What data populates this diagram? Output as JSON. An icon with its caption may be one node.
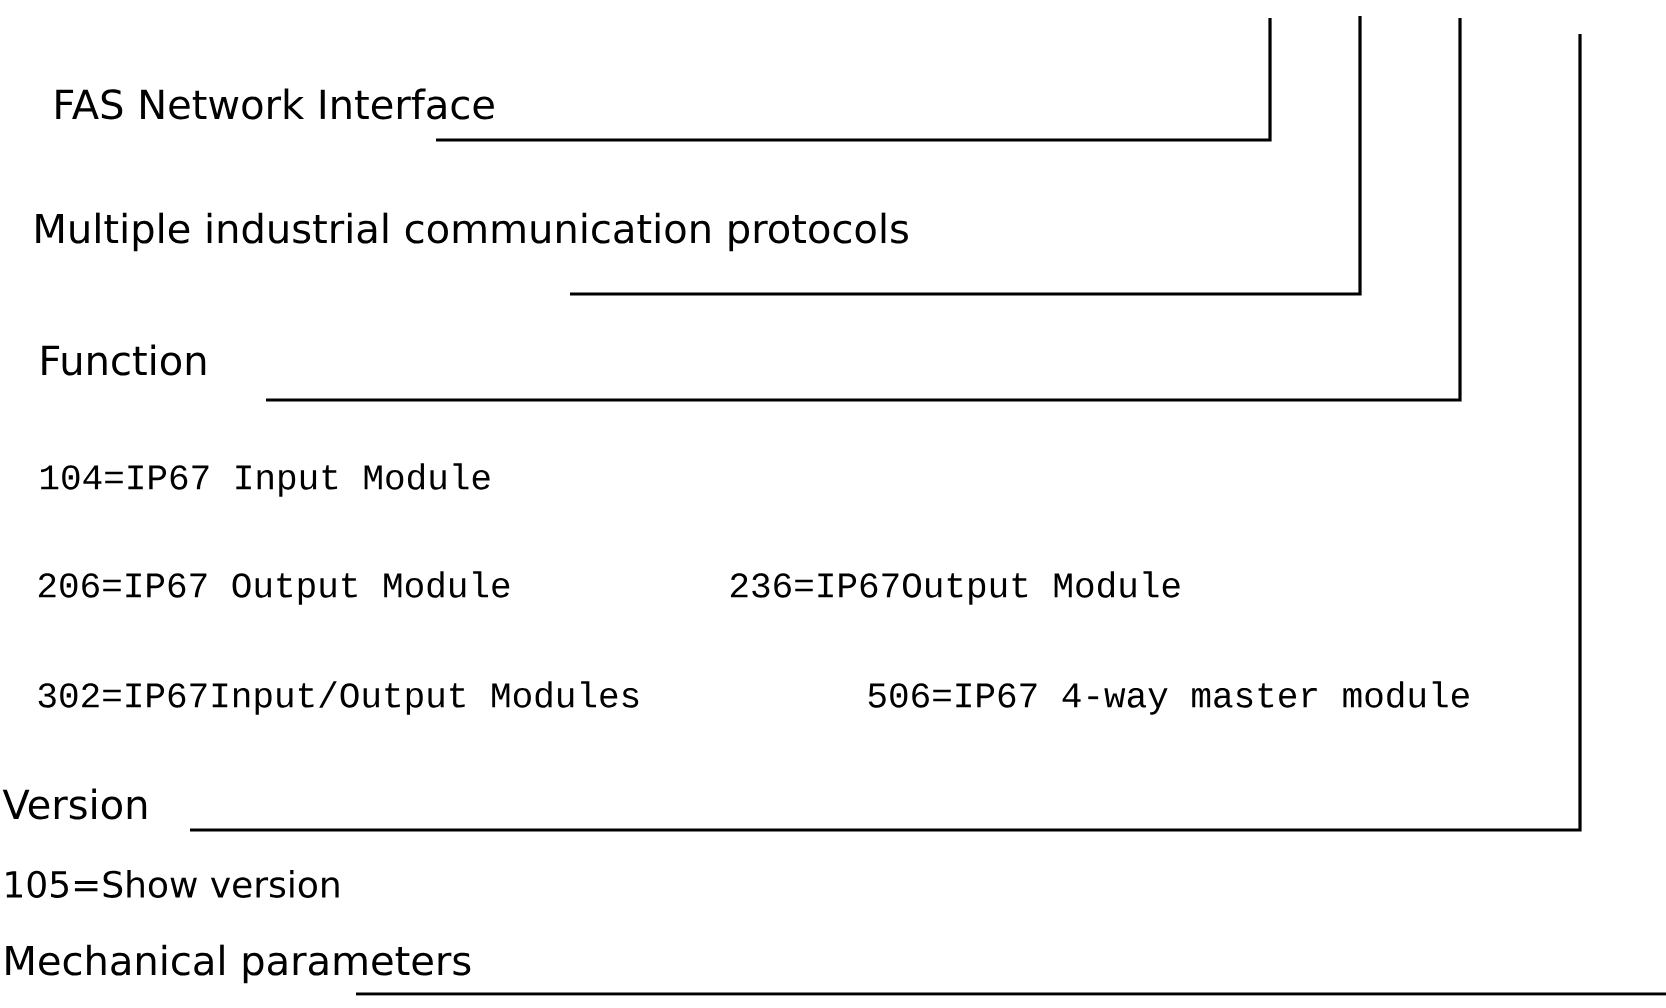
{
  "diagram": {
    "nodes": [
      {
        "text": [
          "FAS Network Interface"
        ]
      },
      {
        "text": [
          "Multiple industrial communication protocols"
        ]
      },
      {
        "text": [
          "Function"
        ]
      },
      {
        "text": [
          "Version"
        ]
      },
      {
        "text": [
          "Mechanical parameters"
        ]
      }
    ],
    "edges": [
      {
        "from": 0,
        "to": null,
        "arrow": "none"
      },
      {
        "from": 1,
        "to": null,
        "arrow": "none"
      },
      {
        "from": 2,
        "to": null,
        "arrow": "none"
      },
      {
        "from": 3,
        "to": null,
        "arrow": "none"
      },
      {
        "from": 4,
        "to": null,
        "arrow": "none"
      }
    ],
    "labels": [
      "104=IP67 Input Module",
      "206=IP67 Output Module",
      "236=IP67Output Module",
      "302=IP67Input/Output Modules",
      "506=IP67 4-way master module",
      "105=Show version"
    ]
  }
}
